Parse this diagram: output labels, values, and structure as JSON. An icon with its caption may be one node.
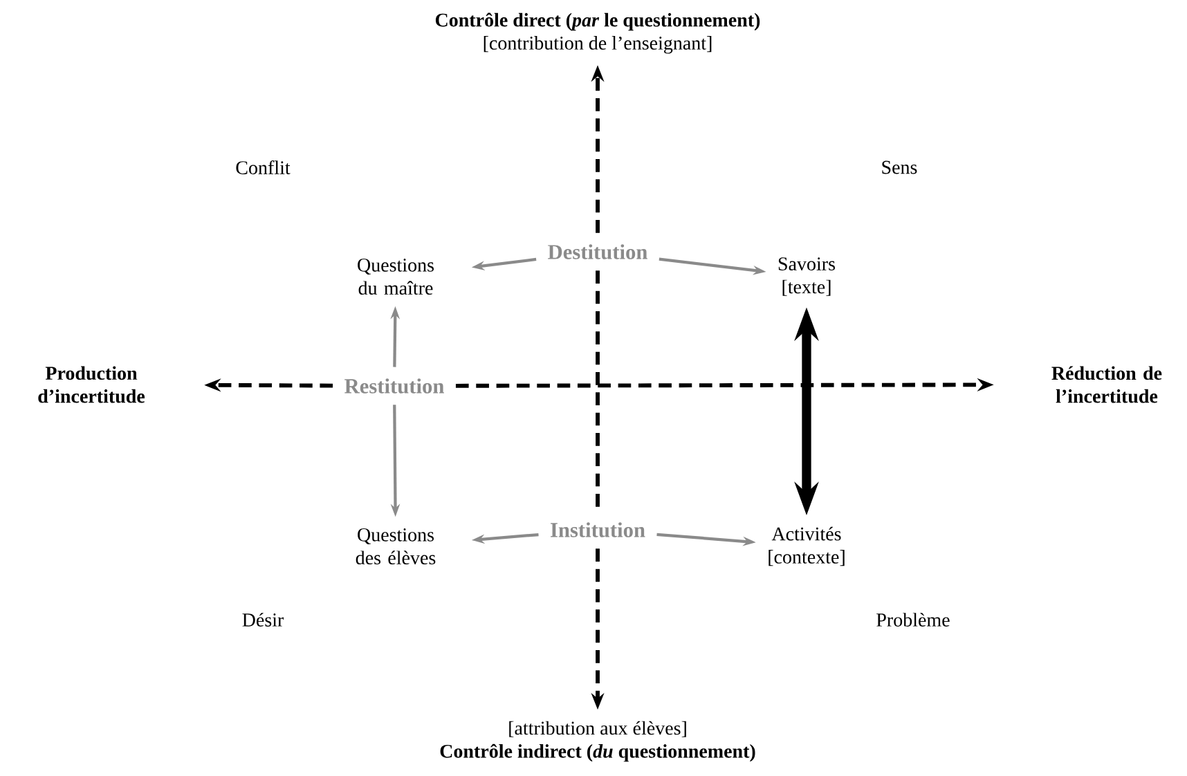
{
  "diagram": {
    "nodes": [
      {
        "text": [
          "Contrôle direct (*par* le questionnement)",
          "[contribution de l’enseignant]"
        ]
      },
      {
        "text": [
          "[attribution aux élèves]",
          "Contrôle indirect (*du* questionnement)"
        ]
      },
      {
        "text": [
          "Production d’incertitude"
        ]
      },
      {
        "text": [
          "Réduction de l’incertitude"
        ]
      },
      {
        "text": [
          "Questions du maître"
        ]
      },
      {
        "text": [
          "Savoirs",
          "[texte]"
        ]
      },
      {
        "text": [
          "Questions des élèves"
        ]
      },
      {
        "text": [
          "Activités",
          "[contexte]"
        ]
      },
      {
        "text": [
          "Destitution"
        ]
      },
      {
        "text": [
          "Restitution"
        ]
      },
      {
        "text": [
          "Institution"
        ]
      }
    ],
    "edges": [
      {
        "from": 8,
        "to": 0,
        "arrow": "to",
        "style": "dashed"
      },
      {
        "from": 8,
        "to": 10,
        "arrow": "none",
        "style": "dashed"
      },
      {
        "from": 10,
        "to": 1,
        "arrow": "to",
        "style": "dashed"
      },
      {
        "from": 9,
        "to": 2,
        "arrow": "to",
        "style": "dashed"
      },
      {
        "from": 9,
        "to": 3,
        "arrow": "to",
        "style": "dashed"
      },
      {
        "from": 8,
        "to": 4,
        "arrow": "to",
        "color": "#8a8a8a"
      },
      {
        "from": 8,
        "to": 5,
        "arrow": "to",
        "color": "#8a8a8a"
      },
      {
        "from": 9,
        "to": 4,
        "arrow": "to",
        "color": "#8a8a8a"
      },
      {
        "from": 9,
        "to": 6,
        "arrow": "to",
        "color": "#8a8a8a"
      },
      {
        "from": 10,
        "to": 6,
        "arrow": "to",
        "color": "#8a8a8a"
      },
      {
        "from": 10,
        "to": 7,
        "arrow": "to",
        "color": "#8a8a8a"
      },
      {
        "from": 5,
        "to": 7,
        "arrow": "both",
        "style": "thick"
      }
    ],
    "labels": [
      "Conflit",
      "Sens",
      "Désir",
      "Problème"
    ]
  }
}
